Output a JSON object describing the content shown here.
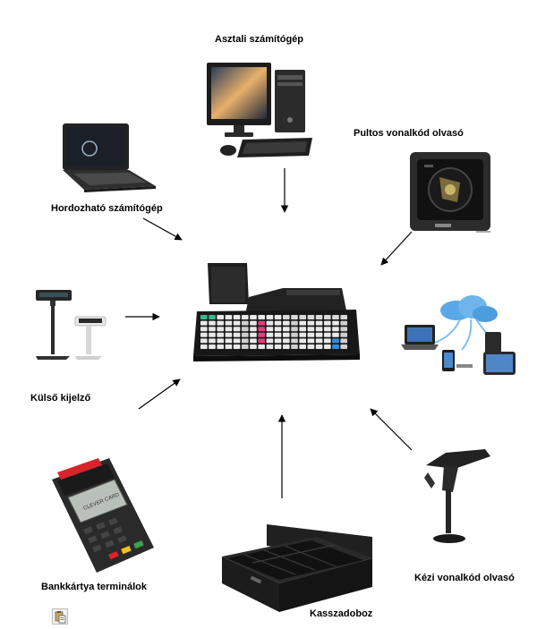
{
  "labels": {
    "desktop": "Asztali számítógép",
    "counter_scanner": "Pultos vonalkód olvasó",
    "laptop": "Hordozható számítógép",
    "external_display": "Külső kijelző",
    "card_terminal": "Bankkártya  terminálok",
    "cash_drawer": "Kasszadoboz",
    "handheld_scanner": "Kézi vonalkód olvasó"
  },
  "terminal_brand": "CLEVER CARD",
  "icons": {
    "center": "pos-cash-register-icon",
    "desktop": "desktop-computer-icon",
    "laptop": "laptop-icon",
    "counter_scanner": "counter-barcode-scanner-icon",
    "external_display": "customer-display-icon",
    "network": "cloud-network-icon",
    "card_terminal": "card-terminal-icon",
    "cash_drawer": "cash-drawer-icon",
    "handheld_scanner": "handheld-barcode-scanner-icon",
    "paste": "paste-icon"
  },
  "colors": {
    "arrow": "#000000",
    "keypad_green": "#39b88a",
    "keypad_pink": "#e0407c",
    "keypad_blue": "#2f8de0",
    "cloud_blue": "#5aa8e6",
    "card_red": "#d8242b"
  }
}
